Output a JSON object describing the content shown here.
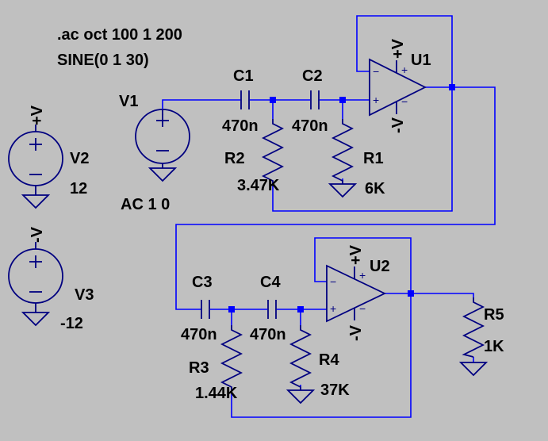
{
  "directives": {
    "analysis": ".ac oct 100 1 200",
    "source": "SINE(0 1 30)"
  },
  "sources": {
    "v1": {
      "name": "V1",
      "value": "AC 1 0"
    },
    "v2": {
      "name": "V2",
      "value": "12",
      "net": "+V"
    },
    "v3": {
      "name": "V3",
      "value": "-12",
      "net": "-V"
    }
  },
  "opamps": {
    "u1": {
      "name": "U1",
      "supply_pos": "+V",
      "supply_neg": "-V"
    },
    "u2": {
      "name": "U2",
      "supply_pos": "+V",
      "supply_neg": "-V"
    }
  },
  "capacitors": {
    "c1": {
      "name": "C1",
      "value": "470n"
    },
    "c2": {
      "name": "C2",
      "value": "470n"
    },
    "c3": {
      "name": "C3",
      "value": "470n"
    },
    "c4": {
      "name": "C4",
      "value": "470n"
    }
  },
  "resistors": {
    "r1": {
      "name": "R1",
      "value": "6K"
    },
    "r2": {
      "name": "R2",
      "value": "3.47K"
    },
    "r3": {
      "name": "R3",
      "value": "1.44K"
    },
    "r4": {
      "name": "R4",
      "value": "37K"
    },
    "r5": {
      "name": "R5",
      "value": "1K"
    }
  },
  "colors": {
    "background": "#c0c0c0",
    "wire": "#0000ff",
    "symbol": "#000080",
    "text": "#000000"
  }
}
